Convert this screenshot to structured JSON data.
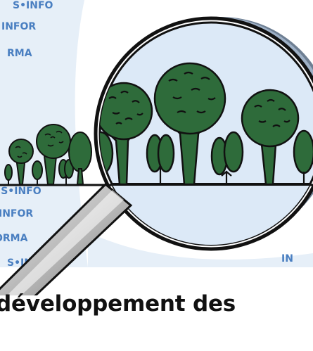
{
  "background_band": {
    "repeated_text": "INFO",
    "text_color": "#4a7fc1",
    "band_color": "#e6eff8"
  },
  "illustration": {
    "subject": "magnifying-glass-over-forest",
    "tree_color": "#2e6b3a",
    "lens_tint": "#dce9f7"
  },
  "caption": {
    "text": "développement des"
  }
}
